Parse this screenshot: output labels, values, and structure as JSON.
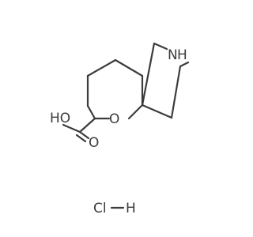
{
  "molecule": {
    "atoms": {
      "nitrogen": "N",
      "nitrogen_h": "H",
      "ring_oxygen": "O",
      "acid_oxygen": "O",
      "hydroxyl": "HO",
      "hcl_cl": "Cl",
      "hcl_h": "H"
    },
    "colors": {
      "bond": "#3c3c3c",
      "text": "#3c3c3c",
      "background": "#ffffff"
    }
  }
}
